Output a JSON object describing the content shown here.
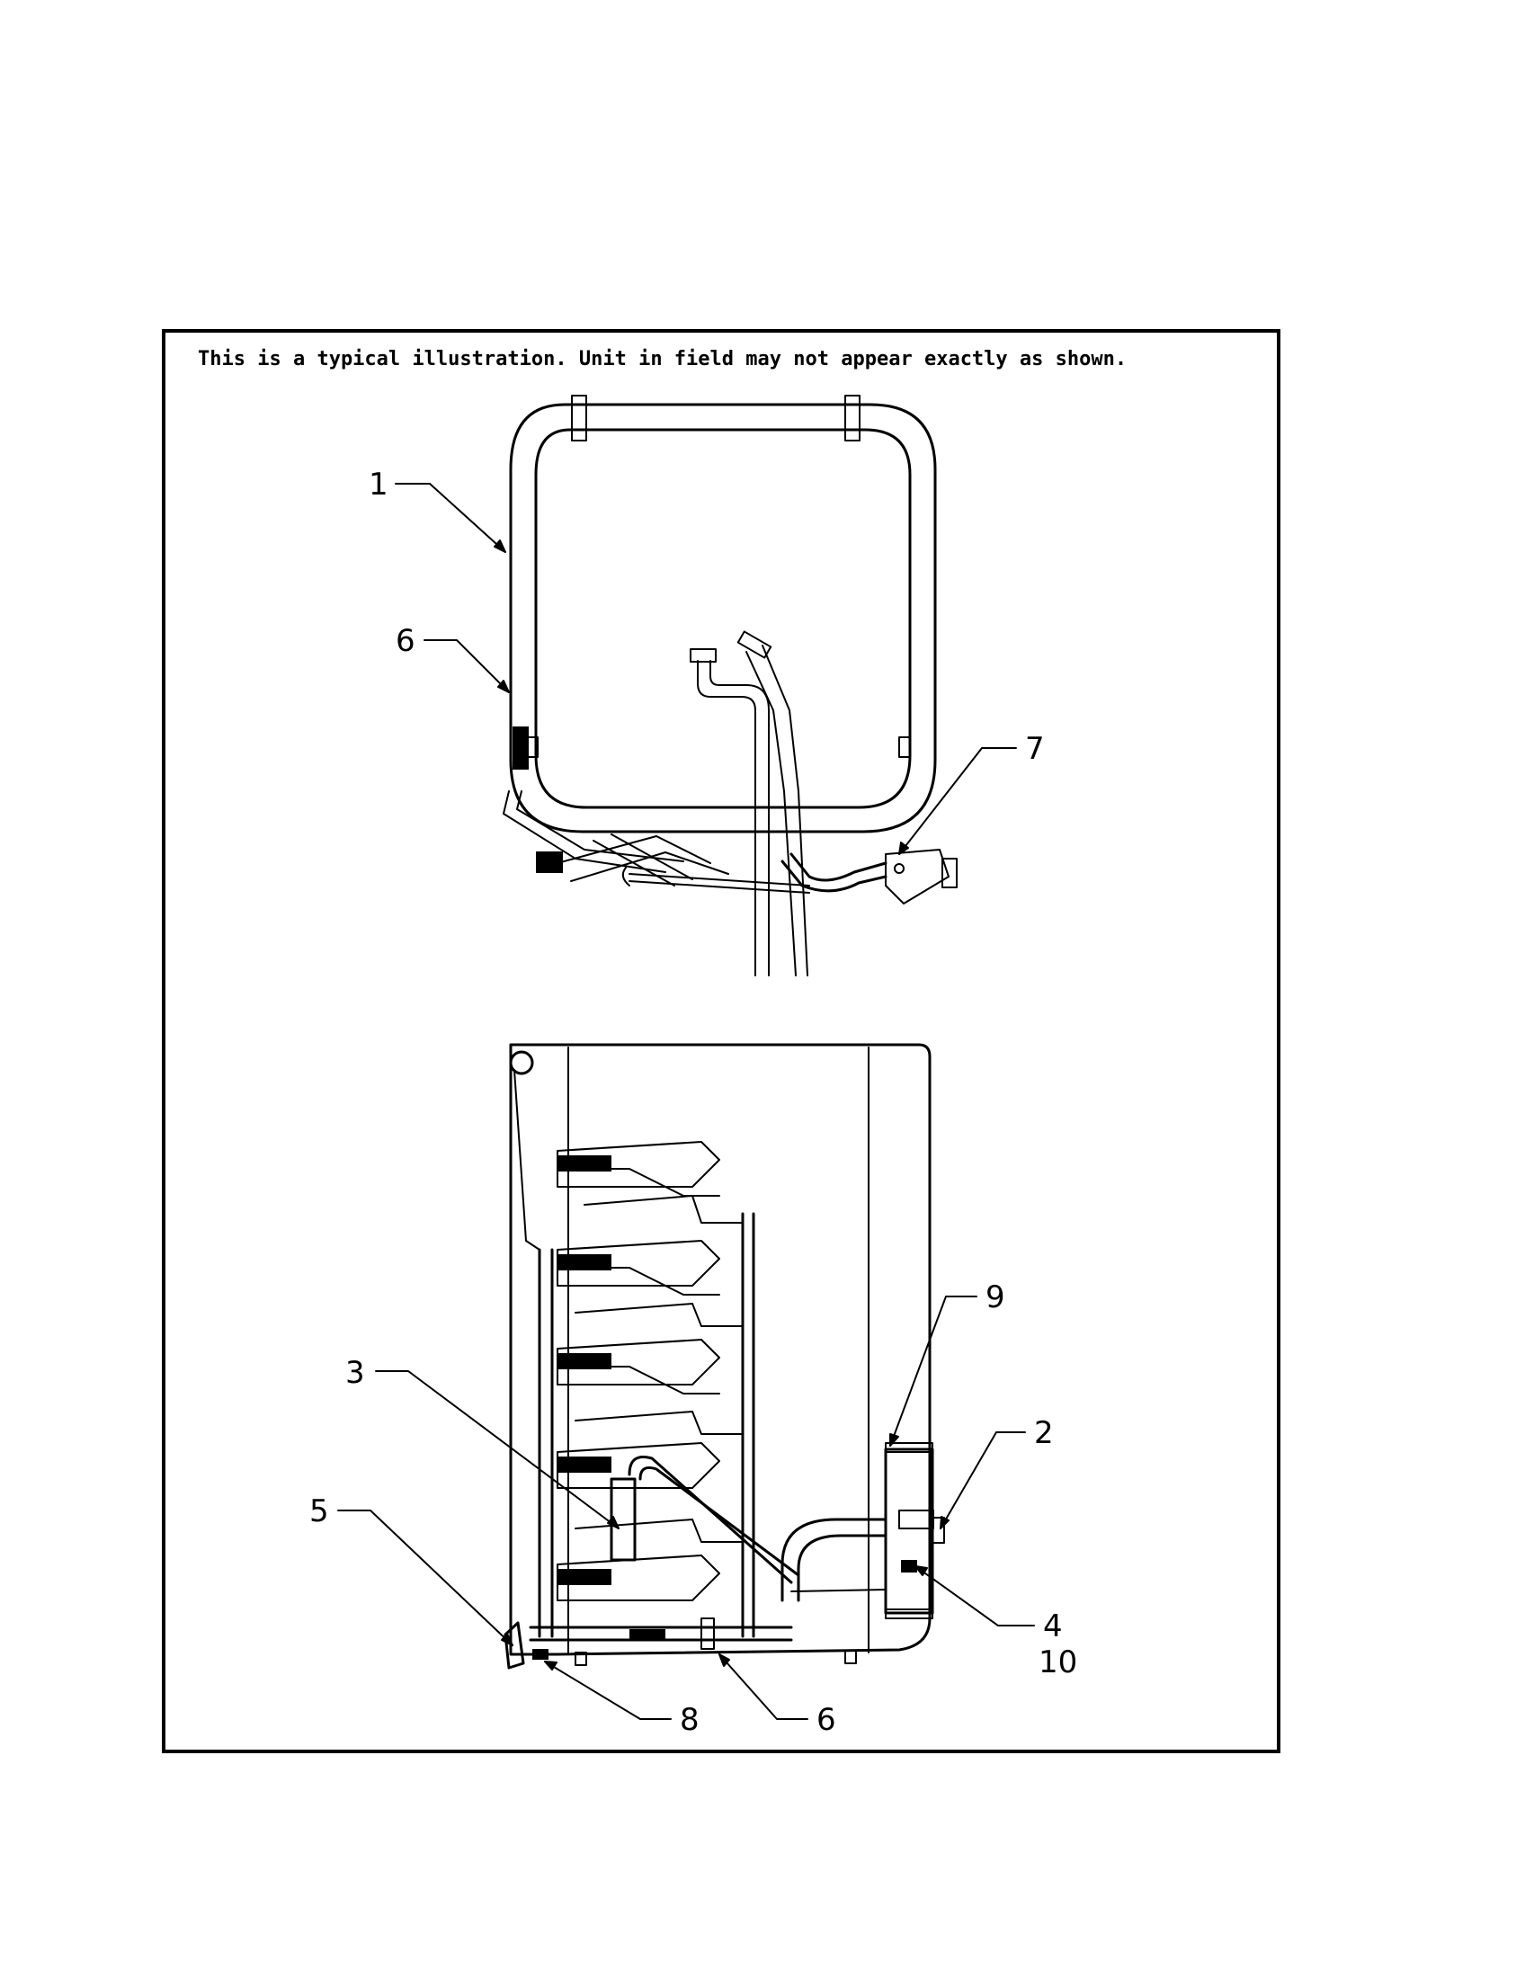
{
  "caption": "This is a typical illustration. Unit in field may not appear exactly as shown.",
  "callouts": {
    "c1": "1",
    "c6_top": "6",
    "c7": "7",
    "c9": "9",
    "c3": "3",
    "c2": "2",
    "c5": "5",
    "c4": "4",
    "c10": "10",
    "c8": "8",
    "c6_bottom": "6"
  }
}
